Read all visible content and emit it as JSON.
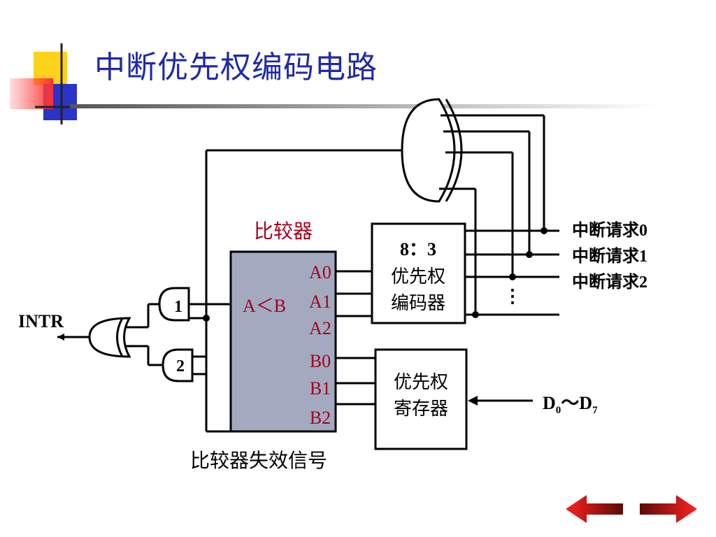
{
  "slide": {
    "title": "中断优先权编码电路",
    "colors": {
      "title": "#1f2aa8",
      "label_red": "#a3001e",
      "comparator_fill": "#a3aabf"
    }
  },
  "diagram": {
    "comparator_title": "比较器",
    "comparator_relation": "A＜B",
    "comparator_inputs_a": [
      "A0",
      "A1",
      "A2"
    ],
    "comparator_inputs_b": [
      "B0",
      "B1",
      "B2"
    ],
    "encoder_label": [
      "8：3",
      "优先权",
      "编码器"
    ],
    "register_label": [
      "优先权",
      "寄存器"
    ],
    "interrupt_requests": [
      "中断请求0",
      "中断请求1",
      "中断请求2"
    ],
    "ellipsis": "⋮",
    "intr_label": "INTR",
    "gate1_label": "1",
    "gate2_label": "2",
    "data_bus_main": "D",
    "data_bus_sub_start": "0",
    "data_bus_tilde": "～",
    "data_bus_sub_end": "7",
    "comparator_invalid_label": "比较器失效信号"
  },
  "navigation": {
    "back_icon": "left-arrow-icon",
    "forward_icon": "right-arrow-icon"
  }
}
